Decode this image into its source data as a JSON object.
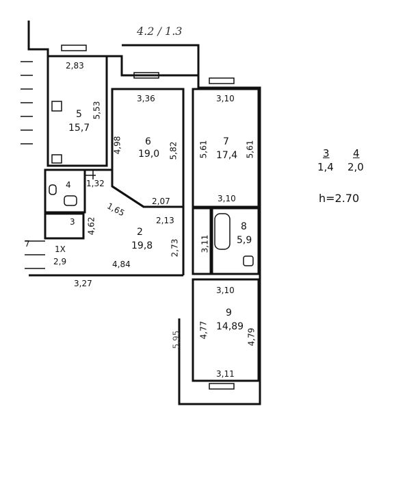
{
  "header": {
    "handwritten_ref": "4.2 / 1.3"
  },
  "rooms": [
    {
      "number": "5",
      "area": "15,7",
      "dims": [
        "2,83",
        "5,53"
      ]
    },
    {
      "number": "6",
      "area": "19,0",
      "dims": [
        "3,36",
        "4,98",
        "5,82",
        "2,07"
      ]
    },
    {
      "number": "7",
      "area": "17,4",
      "dims": [
        "3,10",
        "5,61",
        "5,61",
        "3,10"
      ]
    },
    {
      "number": "4",
      "area": "",
      "dims": [
        "1,32"
      ]
    },
    {
      "number": "3",
      "area": "",
      "dims": [
        "4,62"
      ]
    },
    {
      "number": "2",
      "area": "19,8",
      "dims": [
        "1,65",
        "2,13",
        "2,73",
        "4,84"
      ]
    },
    {
      "number": "1X",
      "area": "2,9",
      "dims": []
    },
    {
      "number": "8",
      "area": "5,9",
      "dims": [
        "3,11"
      ]
    },
    {
      "number": "9",
      "area": "14,89",
      "dims": [
        "3,10",
        "4,77",
        "4,79",
        "3,11"
      ]
    }
  ],
  "extra_labels": {
    "left_partial": "7",
    "bottom_left": "3,27",
    "corridor": "5,95"
  },
  "legend": {
    "items": [
      {
        "num": "3",
        "area": "1,4"
      },
      {
        "num": "4",
        "area": "2,0"
      }
    ],
    "height": "h=2.70"
  }
}
